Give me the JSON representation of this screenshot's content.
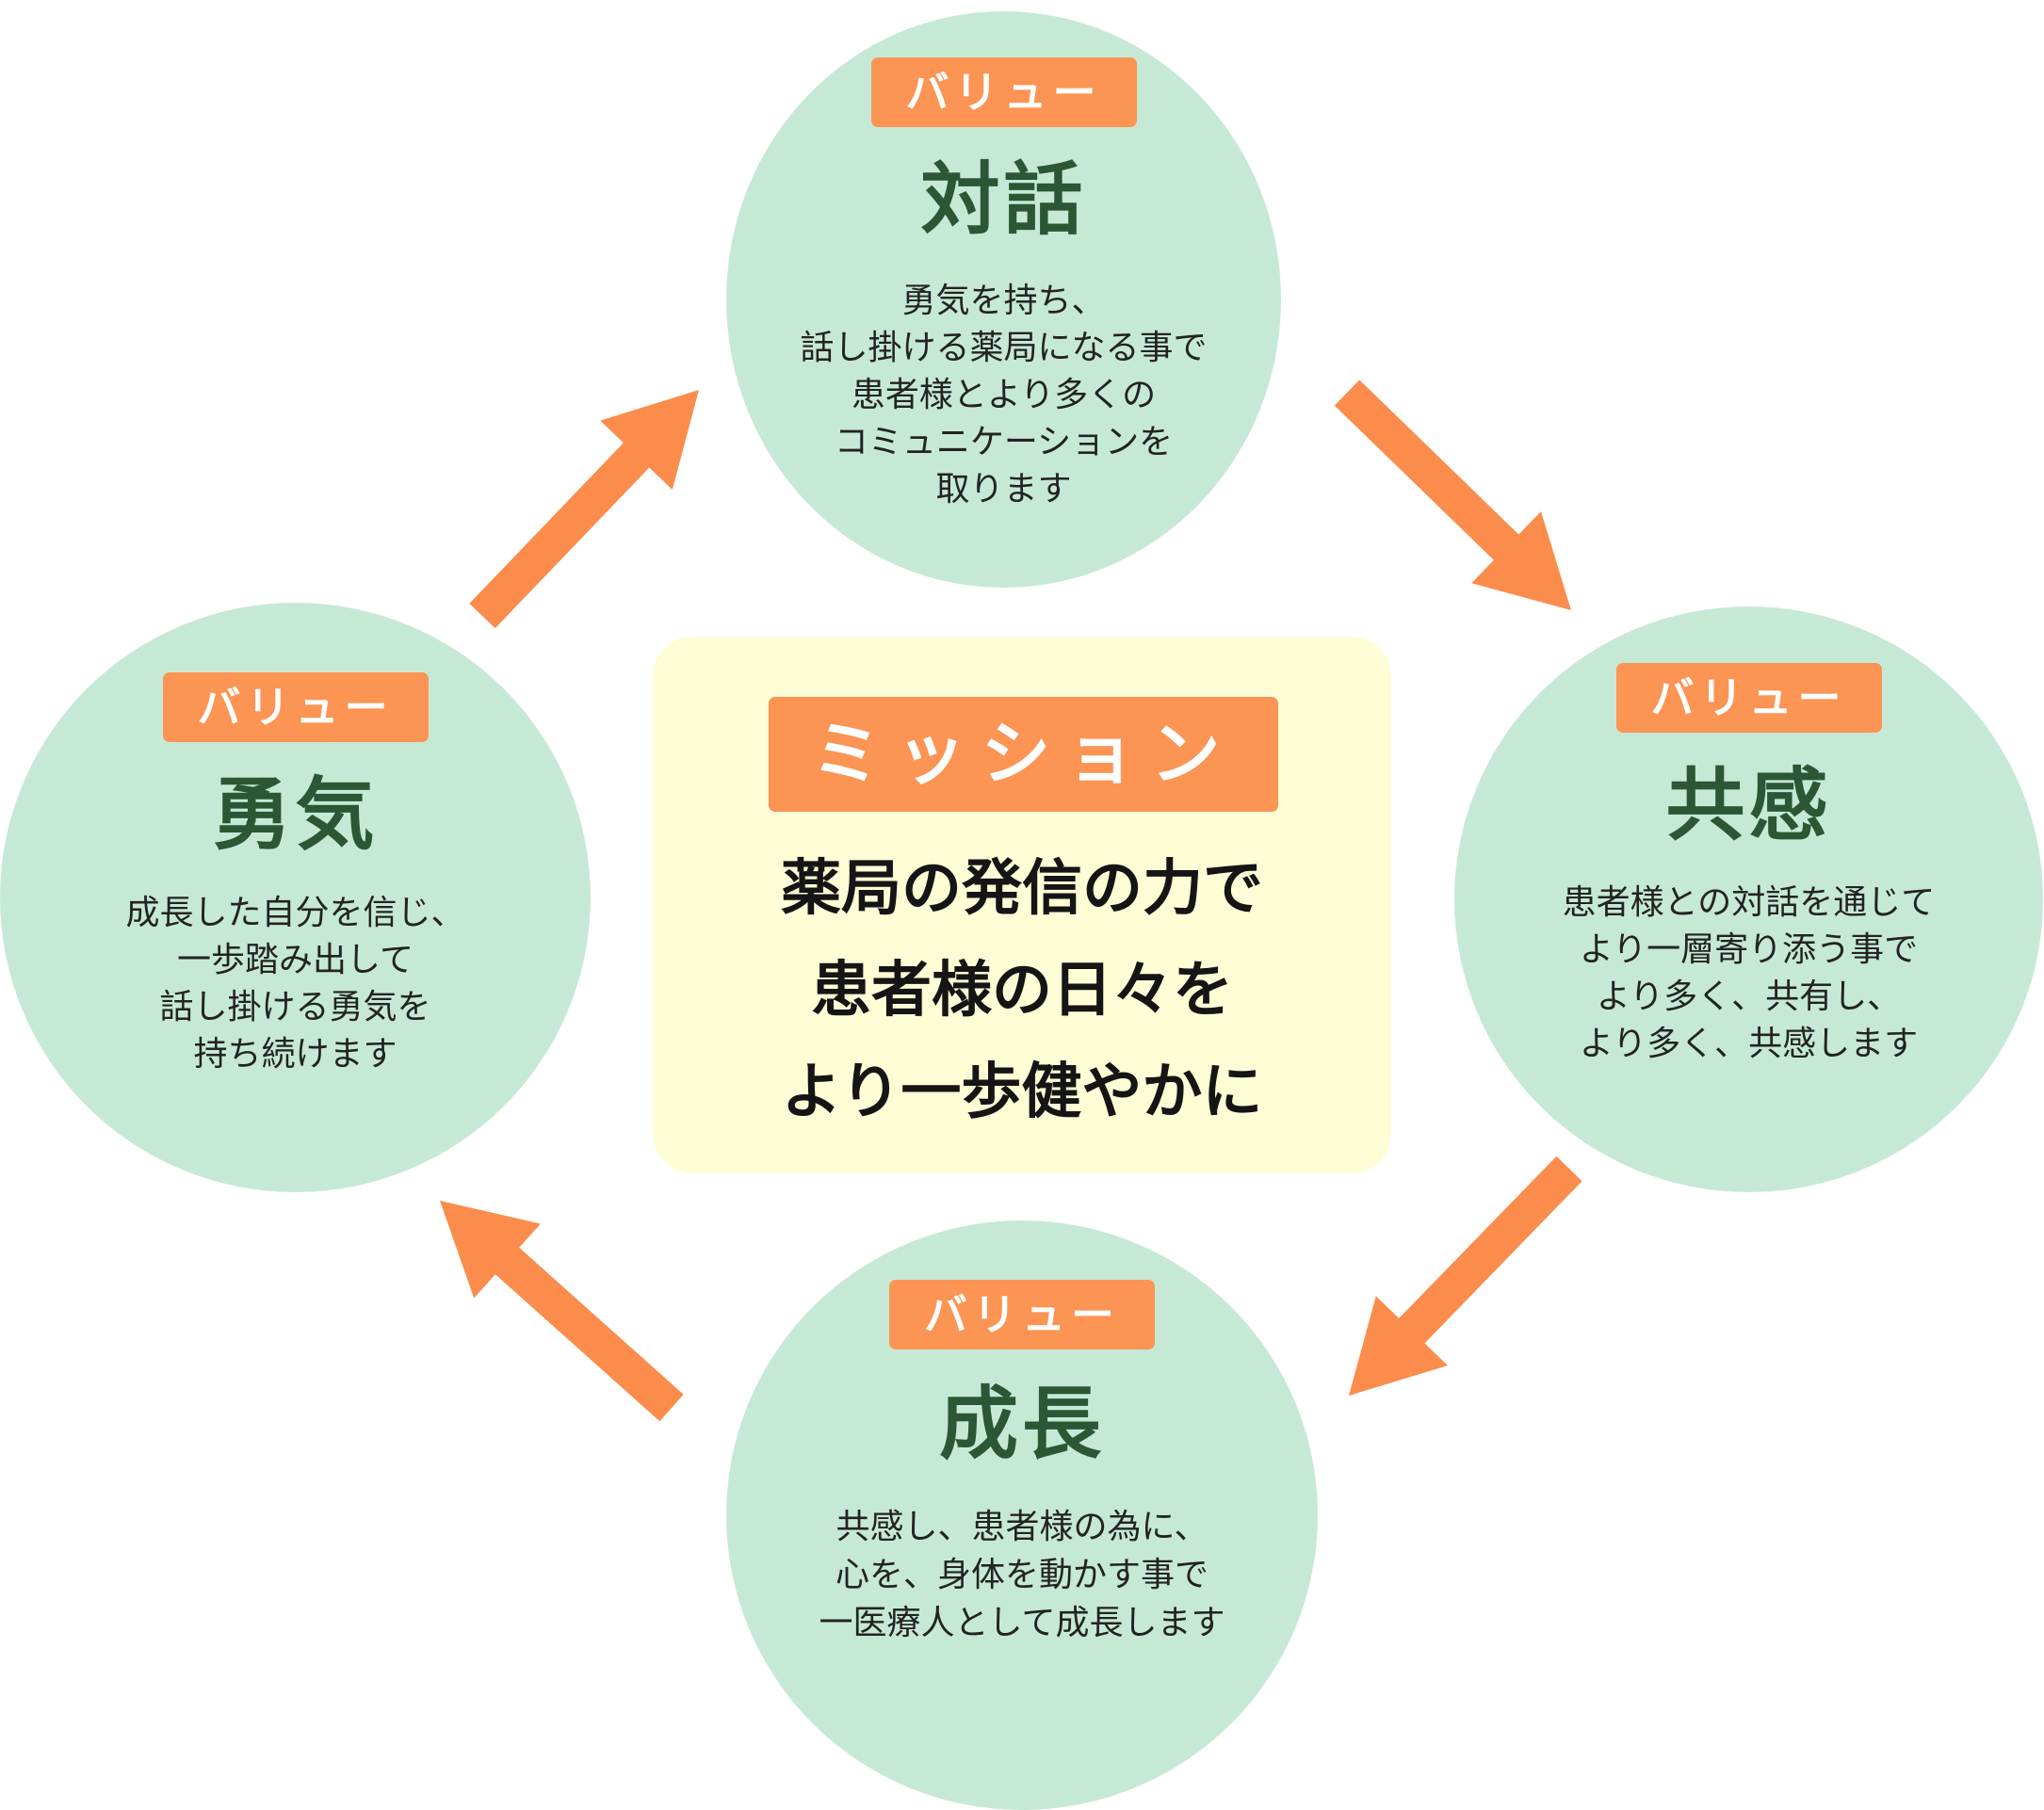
{
  "colors": {
    "circle_fill": "#c6e9d6",
    "badge_fill": "#fc9454",
    "badge_text": "#ffffff",
    "title_text": "#2c5734",
    "body_text": "#232323",
    "mission_box_fill": "#fdfdd6",
    "arrow_fill": "#fc8c4c"
  },
  "mission": {
    "label": "ミッション",
    "lines": [
      "薬局の発信の力で",
      "患者様の日々を",
      "より一歩健やかに"
    ]
  },
  "values": [
    {
      "id": "top",
      "badge": "バリュー",
      "title": "対話",
      "lines": [
        "勇気を持ち、",
        "話し掛ける薬局になる事で",
        "患者様とより多くの",
        "コミュニケーションを",
        "取ります"
      ]
    },
    {
      "id": "right",
      "badge": "バリュー",
      "title": "共感",
      "lines": [
        "患者様との対話を通じて",
        "より一層寄り添う事で",
        "より多く、共有し、",
        "より多く、共感します"
      ]
    },
    {
      "id": "bottom",
      "badge": "バリュー",
      "title": "成長",
      "lines": [
        "共感し、患者様の為に、",
        "心を、身体を動かす事で",
        "一医療人として成長します"
      ]
    },
    {
      "id": "left",
      "badge": "バリュー",
      "title": "勇気",
      "lines": [
        "成長した自分を信じ、",
        "一歩踏み出して",
        "話し掛ける勇気を",
        "持ち続けます"
      ]
    }
  ],
  "cycle_arrows": [
    {
      "from": "left",
      "to": "top",
      "direction": "up-right"
    },
    {
      "from": "top",
      "to": "right",
      "direction": "down-right"
    },
    {
      "from": "right",
      "to": "bottom",
      "direction": "down-left"
    },
    {
      "from": "bottom",
      "to": "left",
      "direction": "up-left"
    }
  ]
}
